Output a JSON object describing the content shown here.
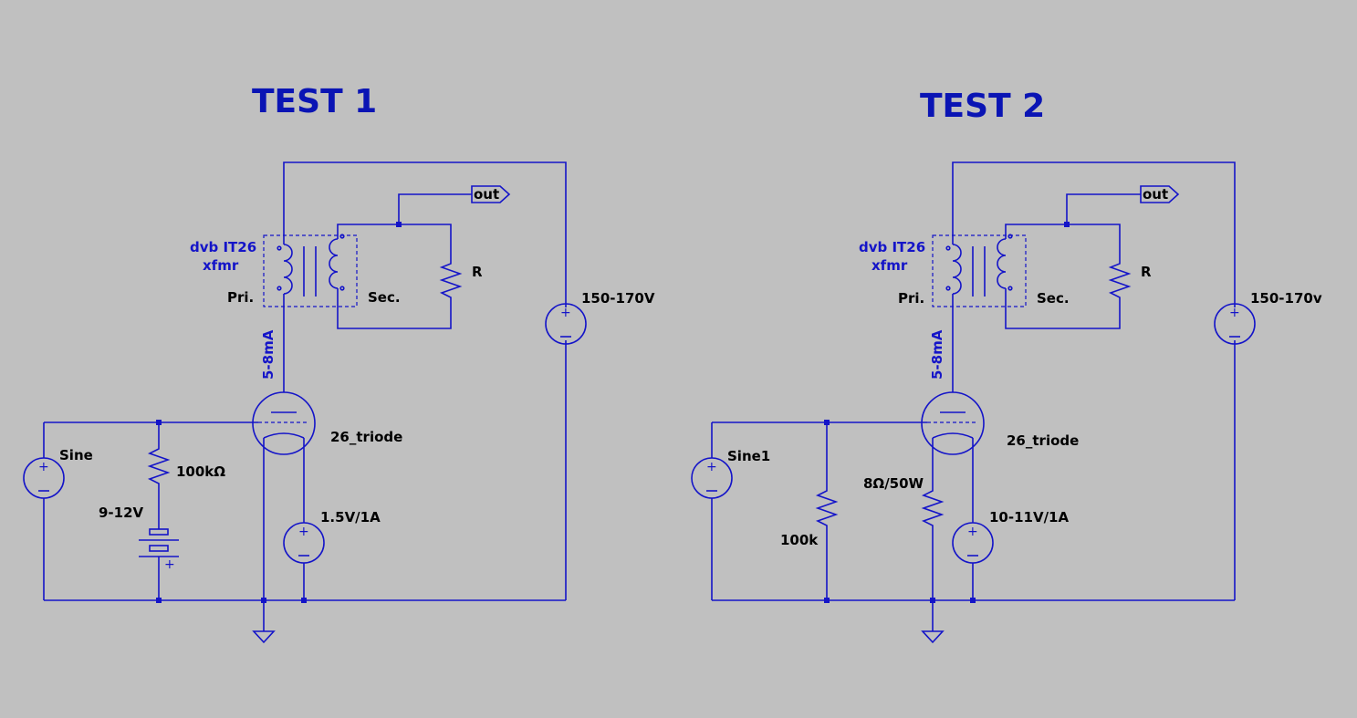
{
  "colors": {
    "background": "#c0c0c0",
    "wire": "#1414c8",
    "title": "#0a14b4",
    "text": "#000000"
  },
  "test1": {
    "title": "TEST 1",
    "xfmr_name": "dvb IT26",
    "xfmr_type": "xfmr",
    "primary": "Pri.",
    "secondary": "Sec.",
    "load": "R",
    "output": "out",
    "plate_supply": "150-170V",
    "current": "5-8mA",
    "tube": "26_triode",
    "signal": "Sine",
    "grid_resistor": "100kΩ",
    "bias_battery": "9-12V",
    "filament": "1.5V/1A"
  },
  "test2": {
    "title": "TEST 2",
    "xfmr_name": "dvb IT26",
    "xfmr_type": "xfmr",
    "primary": "Pri.",
    "secondary": "Sec.",
    "load": "R",
    "output": "out",
    "plate_supply": "150-170v",
    "current": "5-8mA",
    "tube": "26_triode",
    "signal": "Sine1",
    "grid_resistor": "100k",
    "cathode_resistor": "8Ω/50W",
    "filament": "10-11V/1A"
  }
}
